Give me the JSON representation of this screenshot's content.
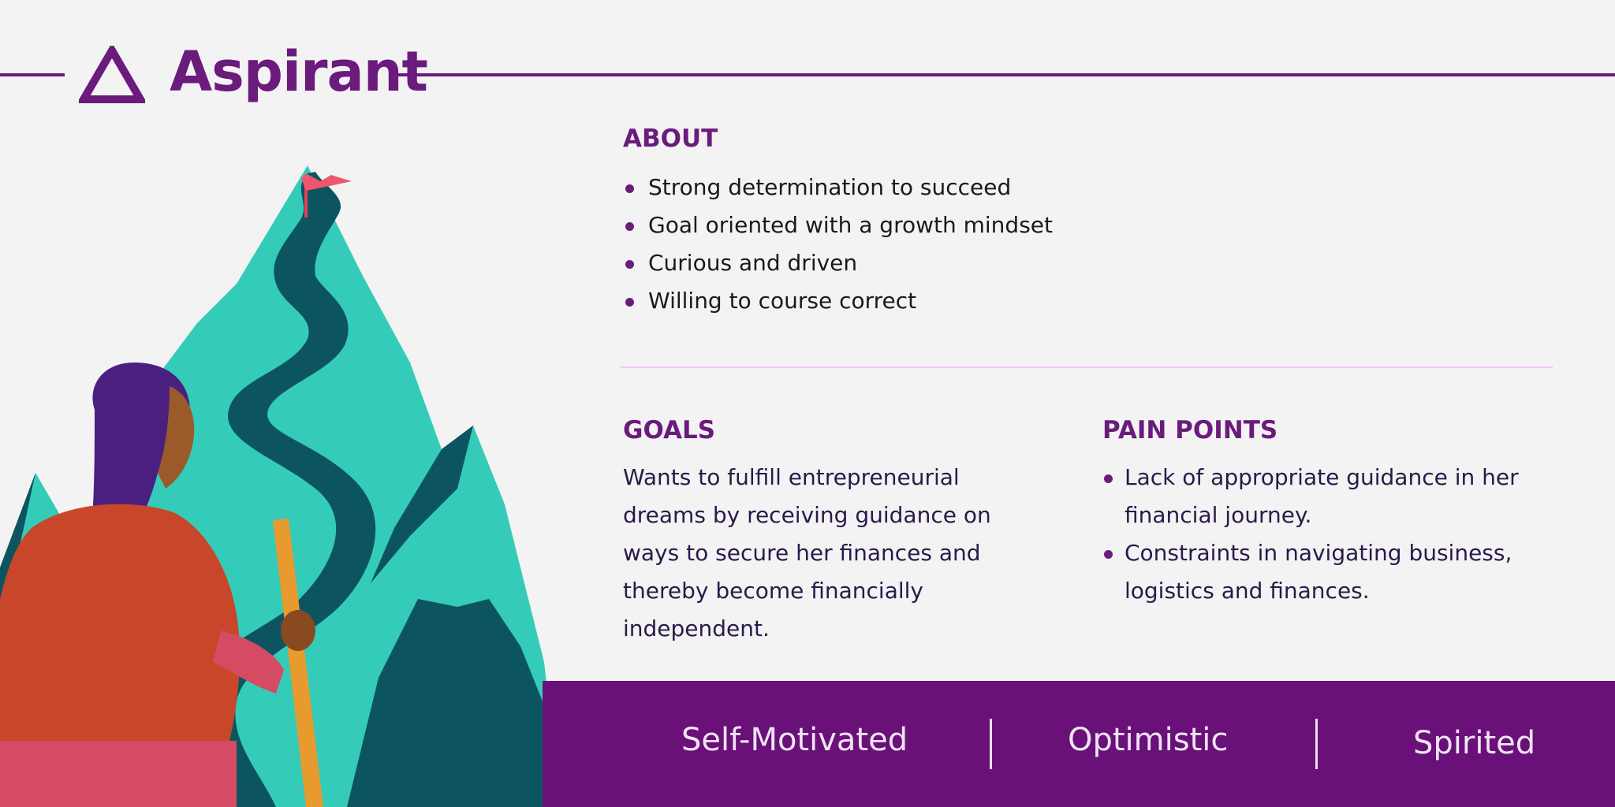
{
  "header": {
    "title": "Aspirant",
    "icon": "triangle-icon"
  },
  "about": {
    "heading": "ABOUT",
    "items": [
      "Strong determination to succeed",
      "Goal oriented with a growth mindset",
      "Curious and driven",
      "Willing to course correct"
    ]
  },
  "goals": {
    "heading": "GOALS",
    "text": "Wants to fulfill entrepreneurial dreams by receiving guidance on ways to secure her finances and thereby become financially independent."
  },
  "pain_points": {
    "heading": "PAIN POINTS",
    "items": [
      "Lack of appropriate guidance in her financial journey.",
      "Constraints in navigating business, logistics and finances."
    ]
  },
  "traits": [
    "Self-Motivated",
    "Optimistic",
    "Spirited"
  ],
  "colors": {
    "accent": "#6a1b7c",
    "bar": "#6a1079",
    "background": "#f3f3f3",
    "mountain": "#35cbb9",
    "mountain_dark": "#0c5560",
    "divider": "#efc7ee"
  }
}
